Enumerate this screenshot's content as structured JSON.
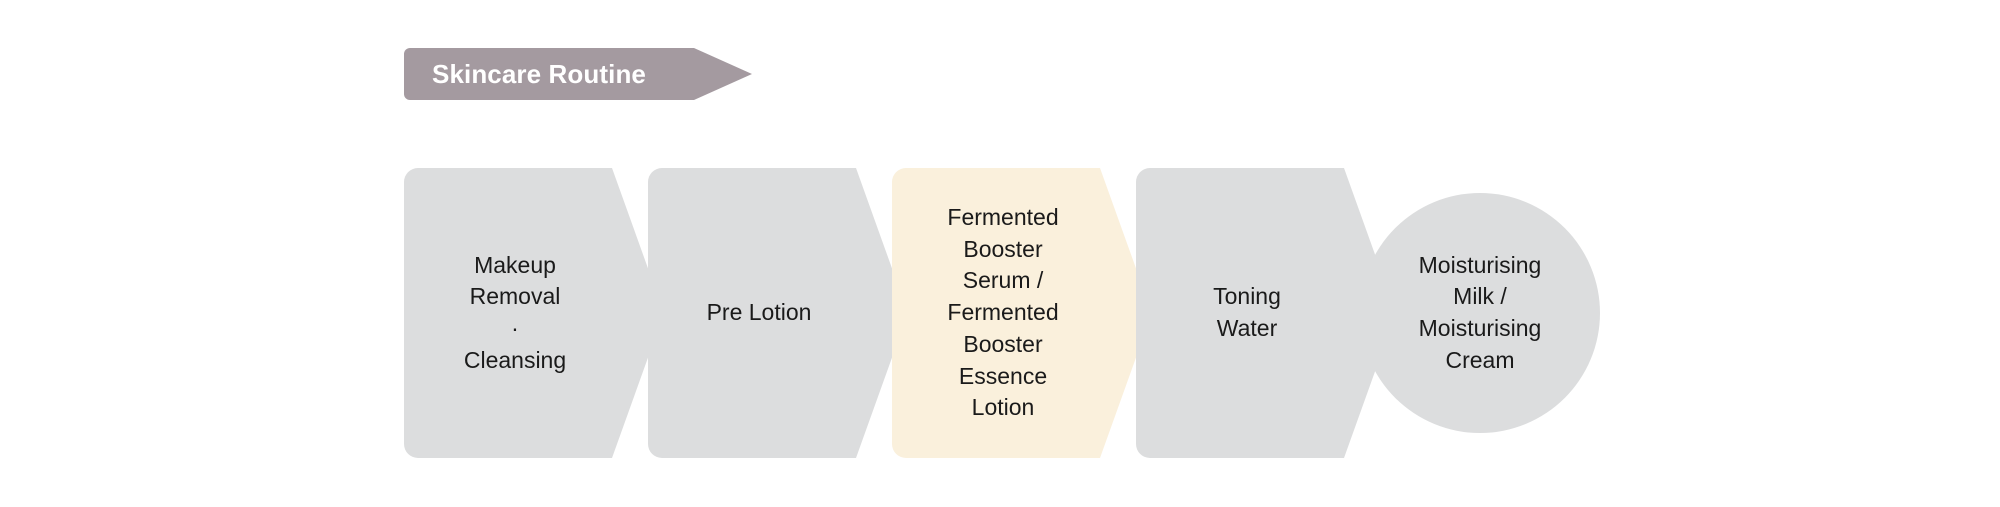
{
  "banner": {
    "title": "Skincare Routine",
    "fill": "#A49AA0",
    "text_color": "#FFFFFF"
  },
  "theme": {
    "background": "#FFFFFF",
    "stage_fill": "#DCDDDE",
    "highlight_fill": "#FAF0DC",
    "text_color": "#1A1A1A"
  },
  "flow": {
    "stages": [
      {
        "index": 1,
        "label": "Makeup\nRemoval\n·\nCleansing",
        "shape": "chevron",
        "fill": "#DCDDDE",
        "highlighted": false
      },
      {
        "index": 2,
        "label": "Pre Lotion",
        "shape": "chevron",
        "fill": "#DCDDDE",
        "highlighted": false
      },
      {
        "index": 3,
        "label": "Fermented\nBooster\nSerum /\nFermented\nBooster\nEssence\nLotion",
        "shape": "chevron",
        "fill": "#FAF0DC",
        "highlighted": true
      },
      {
        "index": 4,
        "label": "Toning\nWater",
        "shape": "chevron",
        "fill": "#DCDDDE",
        "highlighted": false
      },
      {
        "index": 5,
        "label": "Moisturising\nMilk /\nMoisturising\nCream",
        "shape": "circle",
        "fill": "#DCDDDE",
        "highlighted": false
      }
    ]
  }
}
